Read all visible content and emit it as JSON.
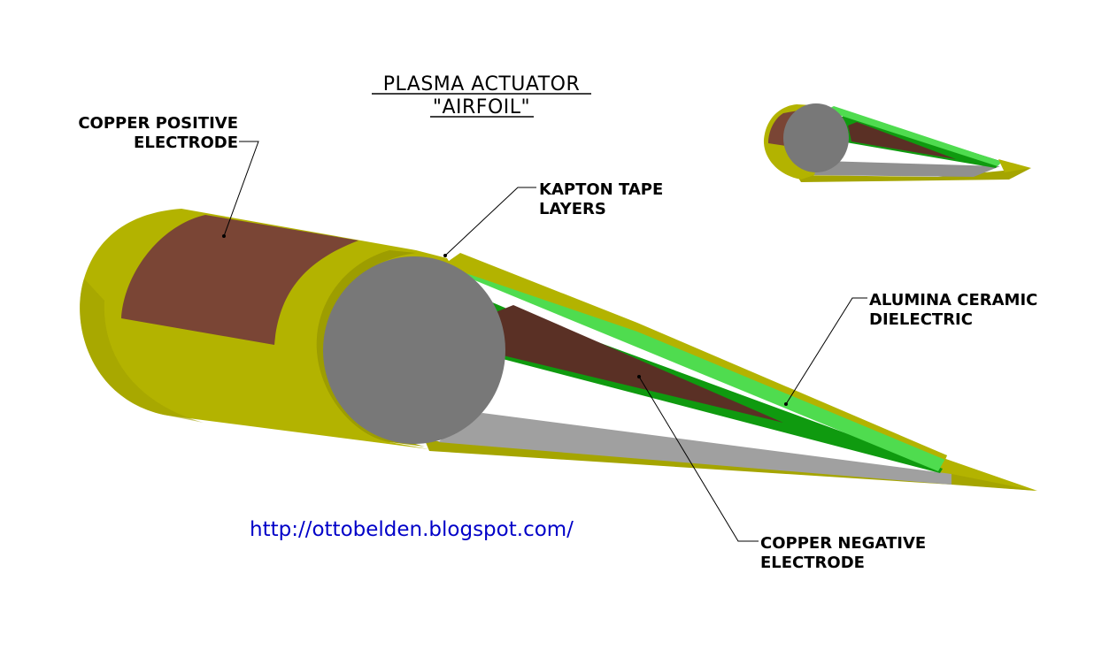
{
  "title": {
    "line1": "PLASMA ACTUATOR",
    "line2": "\"AIRFOIL\""
  },
  "labels": {
    "copper_positive": {
      "line1": "COPPER POSITIVE",
      "line2": "ELECTRODE"
    },
    "kapton": {
      "line1": "KAPTON TAPE",
      "line2": "LAYERS"
    },
    "alumina": {
      "line1": "ALUMINA CERAMIC",
      "line2": "DIELECTRIC"
    },
    "copper_negative": {
      "line1": "COPPER NEGATIVE",
      "line2": "ELECTRODE"
    }
  },
  "url": "http://ottobelden.blogspot.com/",
  "colors": {
    "kapton_yellow": "#b3b300",
    "kapton_dark": "#8f8f00",
    "copper": "#7a4535",
    "copper_dark": "#5a3025",
    "alumina_light": "#4fdc4f",
    "alumina_dark": "#0f9a0f",
    "end_cap_gray": "#787878",
    "bottom_plate_gray": "#a0a0a0",
    "url_blue": "#0000c8"
  }
}
